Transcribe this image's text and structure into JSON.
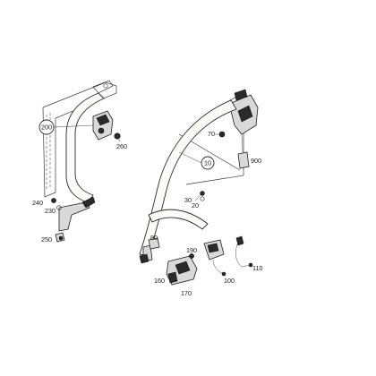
{
  "labels": {
    "l200": "200",
    "l260": "260",
    "l240": "240",
    "l230": "230",
    "l250": "250",
    "l70": "70",
    "l900": "900",
    "l10": "10",
    "l30": "30",
    "l20": "20",
    "l80": "80",
    "l190": "190",
    "l110": "110",
    "l160": "160",
    "l170": "170",
    "l100": "100"
  }
}
